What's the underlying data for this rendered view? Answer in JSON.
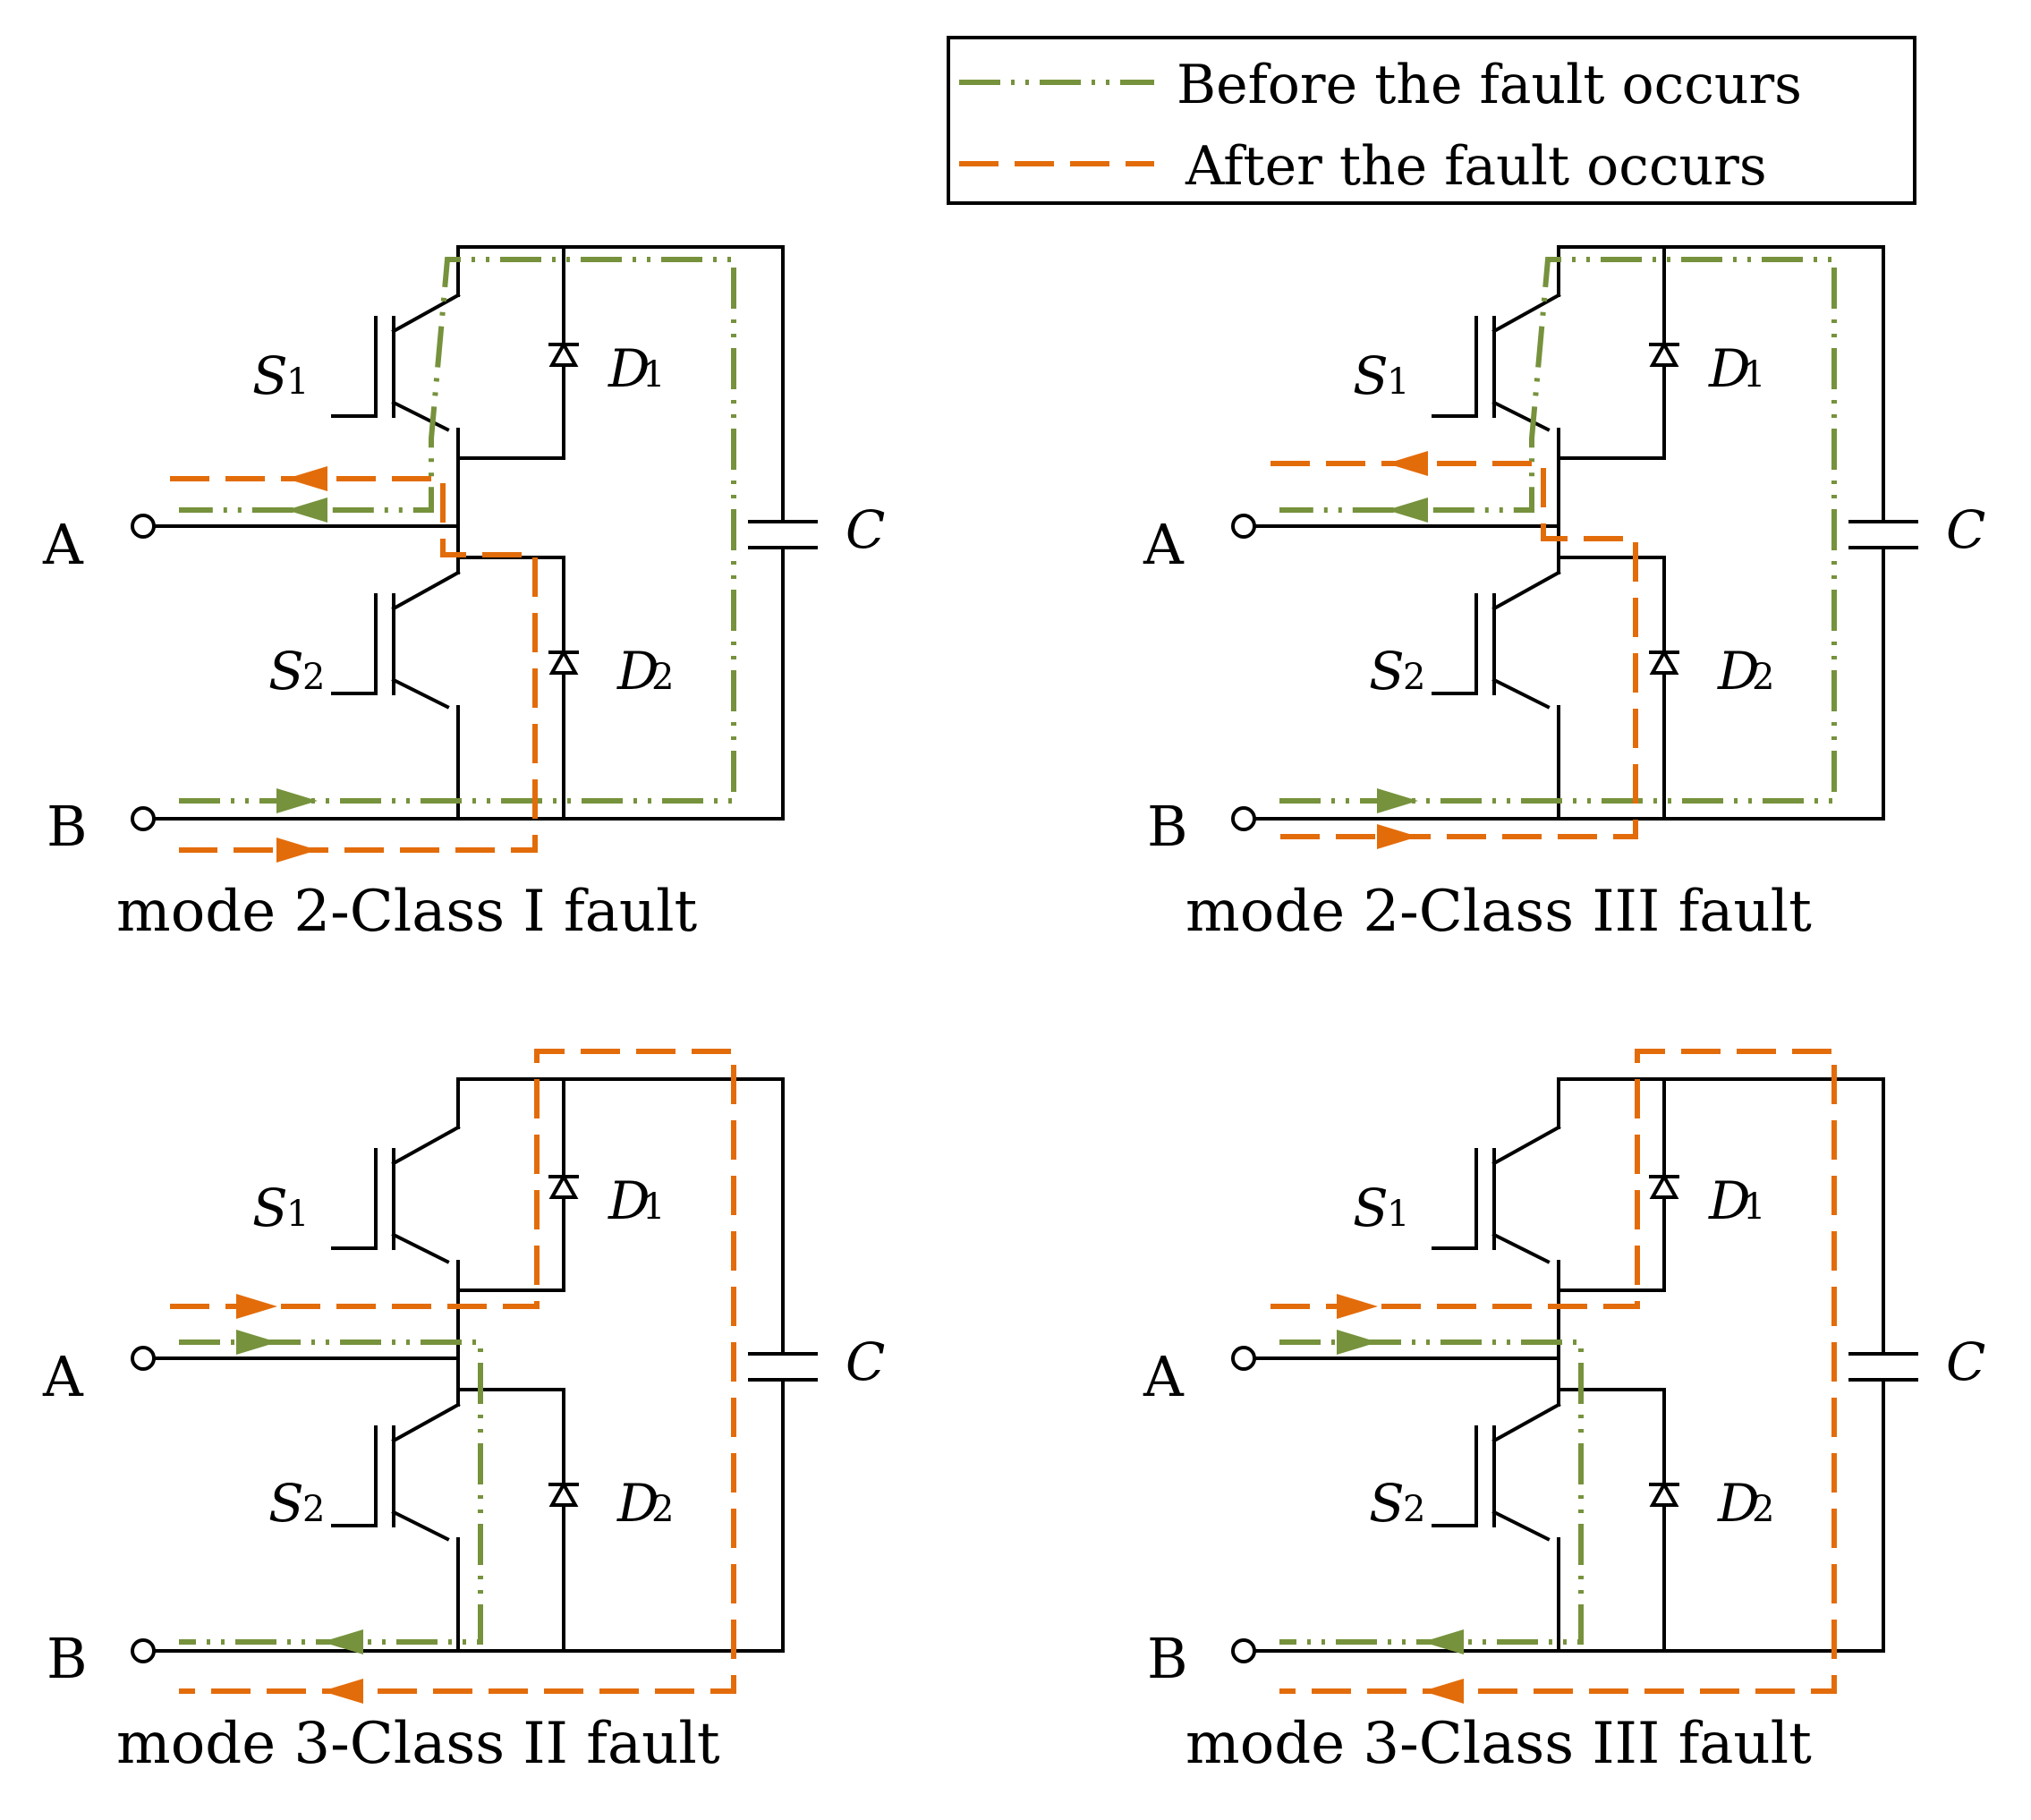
{
  "legend": {
    "before_label": "Before the fault occurs",
    "after_label": "After the fault occurs",
    "before_color": "#76923c",
    "after_color": "#e36c0a"
  },
  "panels": [
    {
      "caption": "mode 2-Class I fault",
      "terminal_a": "A",
      "terminal_b": "B",
      "switch_top": "S",
      "switch_top_sub": "1",
      "switch_bottom": "S",
      "switch_bottom_sub": "2",
      "diode_top": "D",
      "diode_top_sub": "1",
      "diode_bottom": "D",
      "diode_bottom_sub": "2",
      "capacitor": "C"
    },
    {
      "caption": "mode 2-Class III fault",
      "terminal_a": "A",
      "terminal_b": "B",
      "switch_top": "S",
      "switch_top_sub": "1",
      "switch_bottom": "S",
      "switch_bottom_sub": "2",
      "diode_top": "D",
      "diode_top_sub": "1",
      "diode_bottom": "D",
      "diode_bottom_sub": "2",
      "capacitor": "C"
    },
    {
      "caption": "mode 3-Class II fault",
      "terminal_a": "A",
      "terminal_b": "B",
      "switch_top": "S",
      "switch_top_sub": "1",
      "switch_bottom": "S",
      "switch_bottom_sub": "2",
      "diode_top": "D",
      "diode_top_sub": "1",
      "diode_bottom": "D",
      "diode_bottom_sub": "2",
      "capacitor": "C"
    },
    {
      "caption": "mode 3-Class III fault",
      "terminal_a": "A",
      "terminal_b": "B",
      "switch_top": "S",
      "switch_top_sub": "1",
      "switch_bottom": "S",
      "switch_bottom_sub": "2",
      "diode_top": "D",
      "diode_top_sub": "1",
      "diode_bottom": "D",
      "diode_bottom_sub": "2",
      "capacitor": "C"
    }
  ]
}
